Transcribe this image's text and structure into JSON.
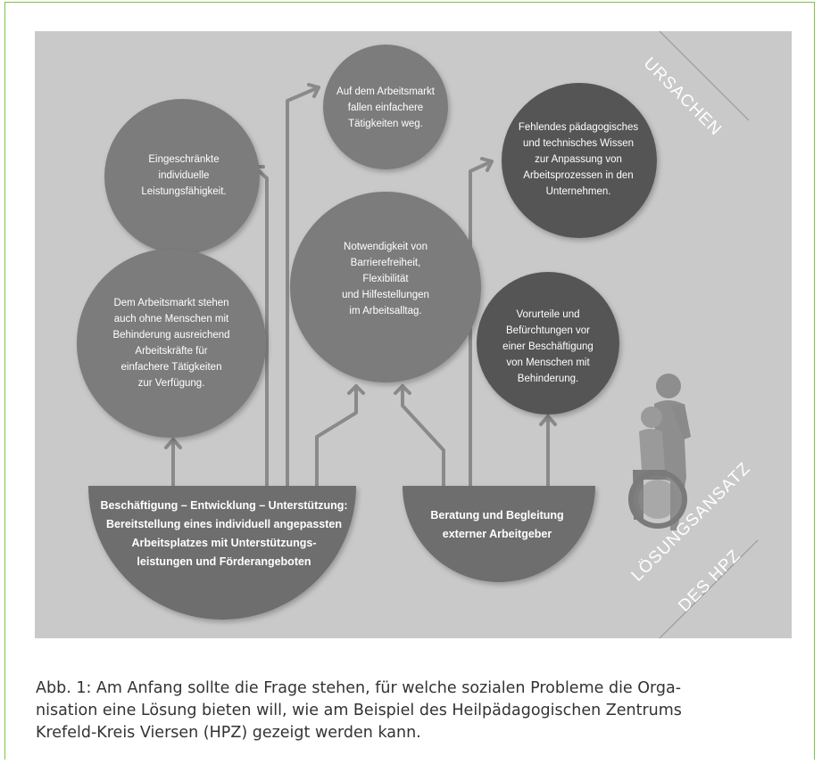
{
  "nodes": {
    "leistungsfaehigkeit": "Eingeschränkte\nindividuelle\nLeistungsfähigkeit.",
    "arbeitsmarkt_wegfall": "Auf dem Arbeitsmarkt\nfallen einfachere\nTätigkeiten weg.",
    "wissen": "Fehlendes pädagogisches\nund technisches Wissen\nzur Anpassung von\nArbeitsprozessen in den\nUnternehmen.",
    "barrierefreiheit": "Notwendigkeit von\nBarrierefreiheit,\nFlexibilität\nund Hilfestellungen\nim Arbeitsalltag.",
    "arbeitskraefte": "Dem Arbeitsmarkt stehen\nauch ohne Menschen mit\nBehinderung ausreichend\nArbeitskräfte für\neinfachere Tätigkeiten\nzur Verfügung.",
    "vorurteile": "Vorurteile und\nBefürchtungen vor\neiner Beschäftigung\nvon Menschen mit\nBehinderung."
  },
  "solutions": {
    "beschaeftigung": "Beschäftigung – Entwicklung – Unterstützung:\nBereitstellung eines individuell angepassten\nArbeitsplatzes mit Unterstützungs-\nleistungen und Förderangeboten",
    "beratung": "Beratung und Begleitung\nexterner Arbeitgeber"
  },
  "labels": {
    "ursachen": "URSACHEN",
    "loesungsansatz_line1": "LÖSUNGSANSATZ",
    "loesungsansatz_line2": "DES HPZ"
  },
  "icons": {
    "people": "person-with-wheelchair-user-icon"
  },
  "colors": {
    "background": "#c9c9c9",
    "bubble_mid": "#7b7b7b",
    "bubble_dark": "#555555",
    "solution": "#6e6e6e",
    "arrow": "#8a8a8a",
    "frame_border": "#7fc24a",
    "caption_text": "#333333"
  },
  "caption": {
    "line1": "Abb. 1: Am Anfang sollte die Frage stehen, für welche sozialen Probleme die Orga-",
    "line2": "nisation eine Lösung bieten will, wie am Beispiel des Heilpädagogischen Zentrums",
    "line3": "Krefeld-Kreis Viersen (HPZ) gezeigt werden kann."
  }
}
